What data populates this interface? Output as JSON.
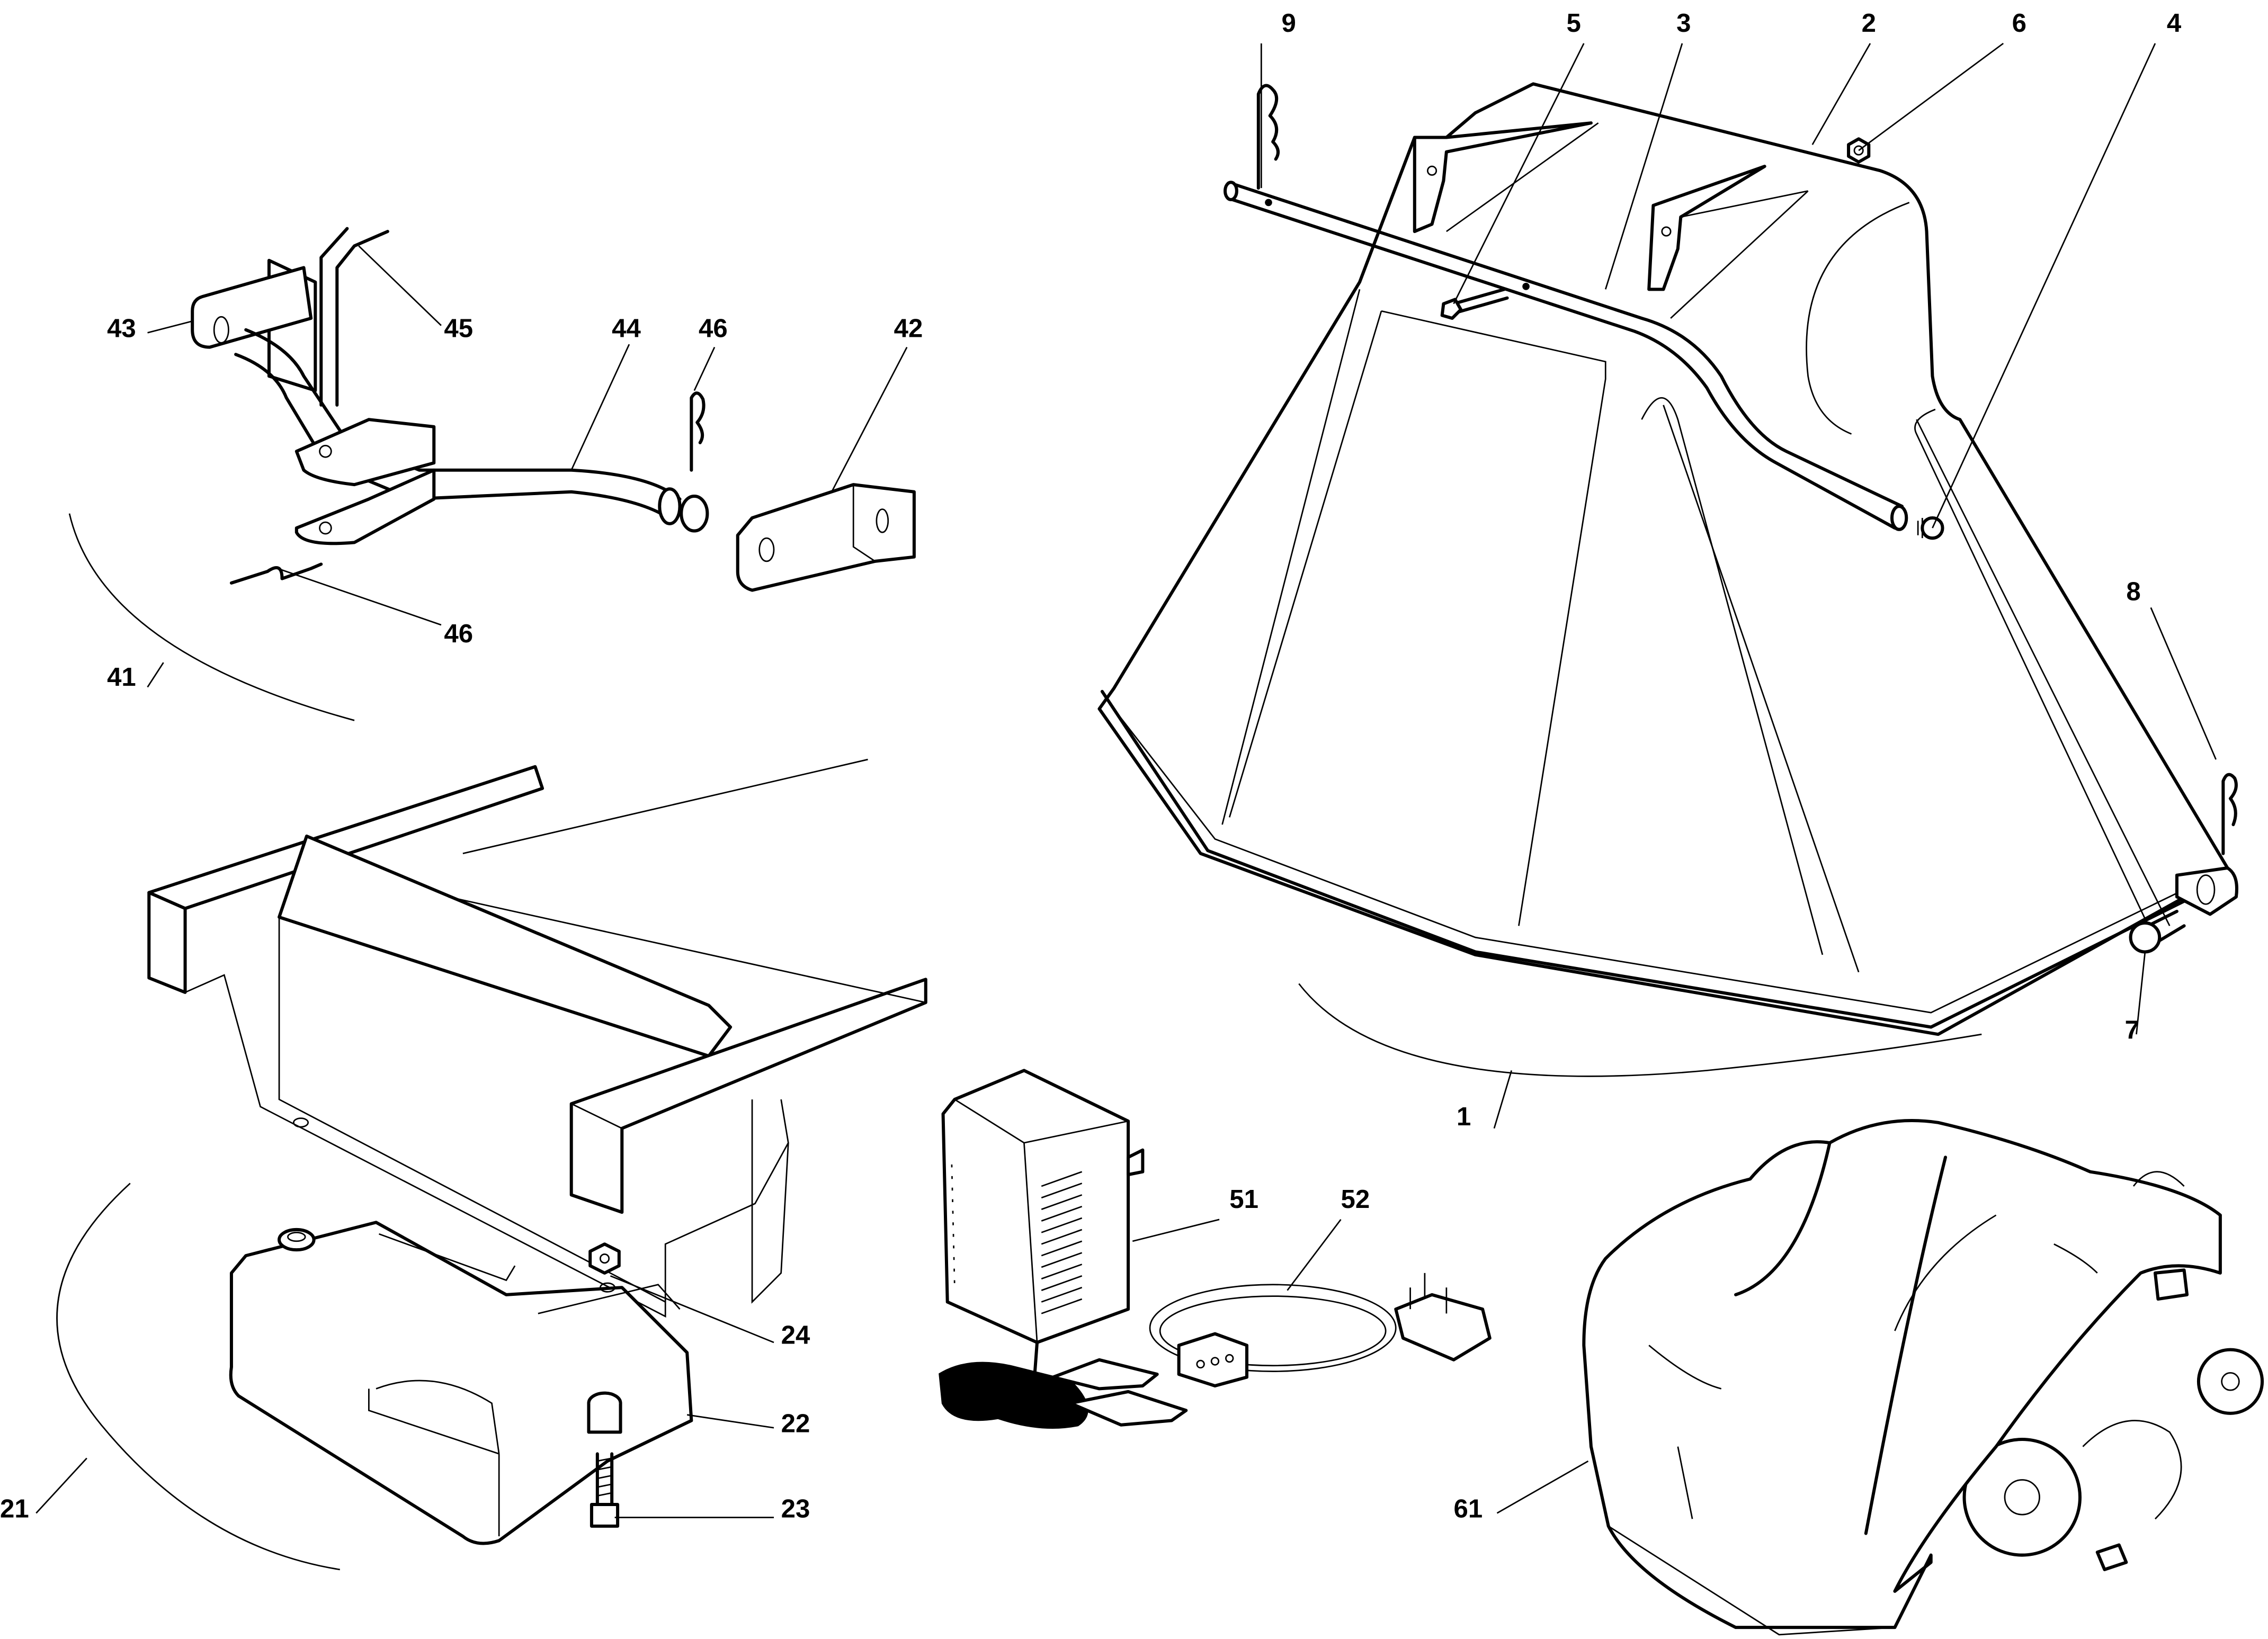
{
  "diagram": {
    "type": "exploded-parts-diagram",
    "groups": [
      {
        "name": "grass-catcher",
        "labels": [
          "1",
          "2",
          "3",
          "4",
          "5",
          "6",
          "7",
          "8",
          "9"
        ]
      },
      {
        "name": "hitch-bracket",
        "labels": [
          "41",
          "42",
          "43",
          "44",
          "45",
          "46",
          "46"
        ]
      },
      {
        "name": "weight-ballast",
        "labels": [
          "21",
          "22",
          "23",
          "24"
        ]
      },
      {
        "name": "battery-charger",
        "labels": [
          "51",
          "52"
        ]
      },
      {
        "name": "mower-cover",
        "labels": [
          "61"
        ]
      }
    ]
  },
  "labels": {
    "p1": "1",
    "p2": "2",
    "p3": "3",
    "p4": "4",
    "p5": "5",
    "p6": "6",
    "p7": "7",
    "p8": "8",
    "p9": "9",
    "p21": "21",
    "p22": "22",
    "p23": "23",
    "p24": "24",
    "p41": "41",
    "p42": "42",
    "p43": "43",
    "p44": "44",
    "p45": "45",
    "p46a": "46",
    "p46b": "46",
    "p51": "51",
    "p52": "52",
    "p61": "61"
  }
}
